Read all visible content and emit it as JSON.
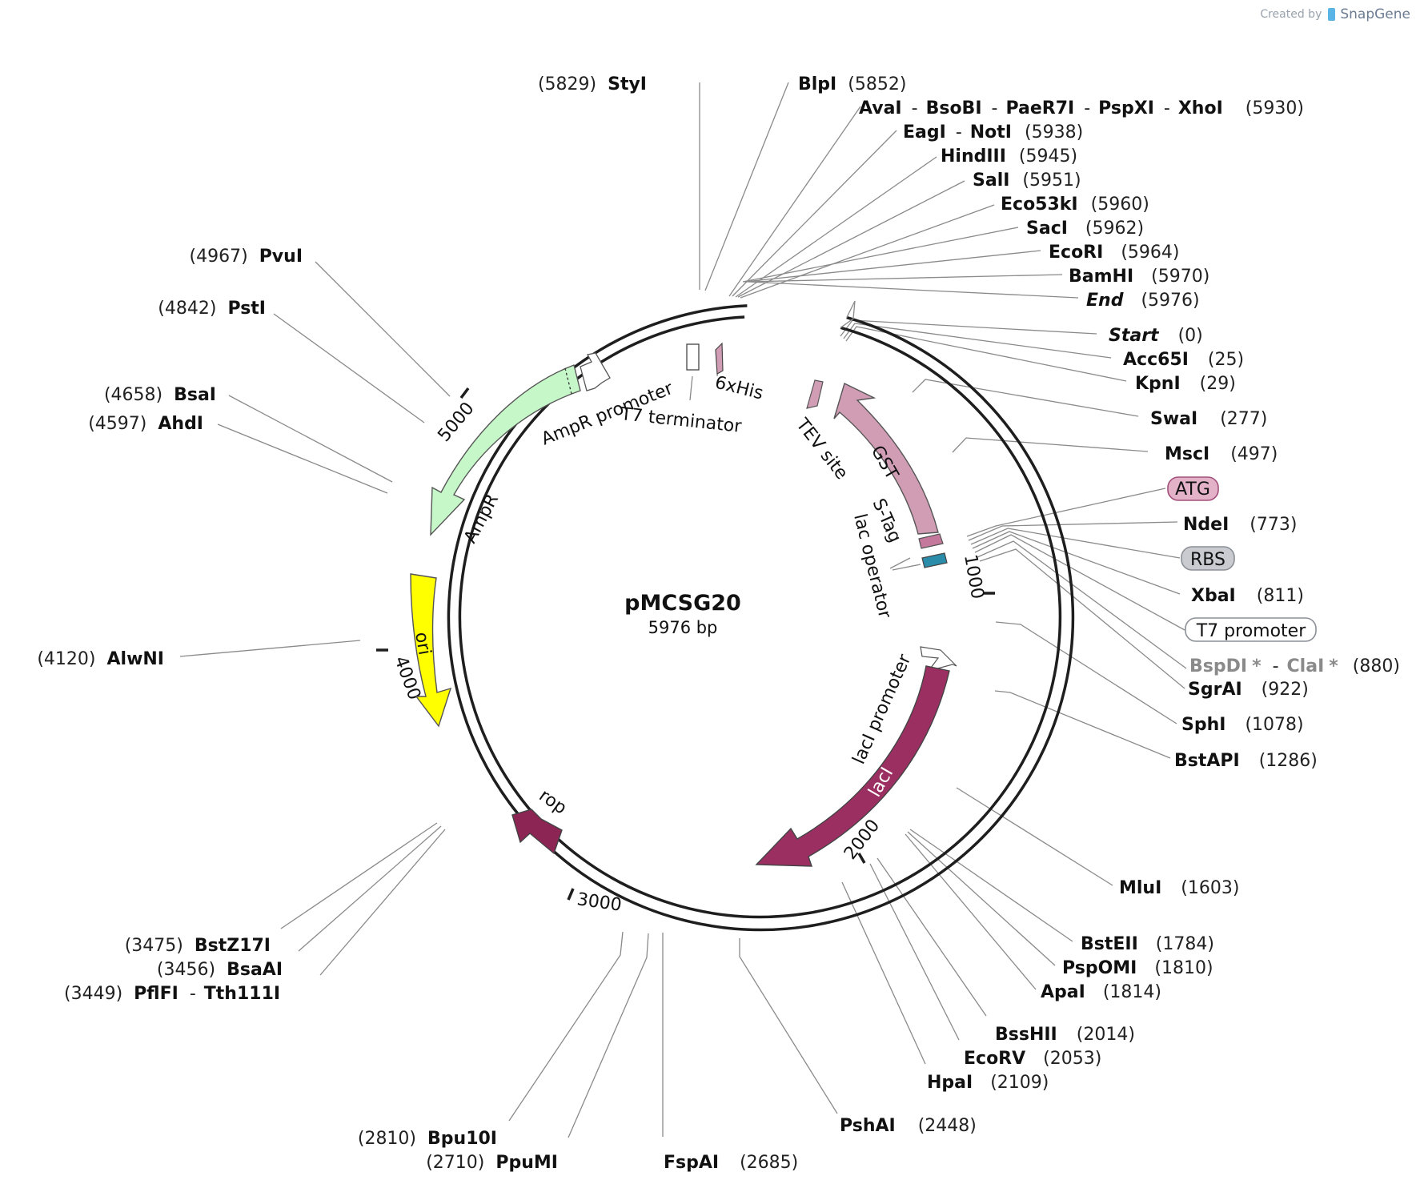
{
  "credit": {
    "prefix": "Created by",
    "brand": "SnapGene"
  },
  "plasmid": {
    "name": "pMCSG20",
    "length_label": "5976 bp",
    "total_bp": 5976
  },
  "ticks": [
    {
      "bp": 1000,
      "label": "1000"
    },
    {
      "bp": 2000,
      "label": "2000"
    },
    {
      "bp": 3000,
      "label": "3000"
    },
    {
      "bp": 4000,
      "label": "4000"
    },
    {
      "bp": 5000,
      "label": "5000"
    }
  ],
  "features": [
    {
      "name": "GST",
      "color": "#d19db5"
    },
    {
      "name": "TEV site",
      "color": "#d19db5"
    },
    {
      "name": "S-Tag",
      "color": "#c4799c"
    },
    {
      "name": "lac operator",
      "color": "#2a8ca8"
    },
    {
      "name": "lacI promoter",
      "color": "#ffffff"
    },
    {
      "name": "lacI",
      "color": "#9b2f62"
    },
    {
      "name": "rop",
      "color": "#8c2454"
    },
    {
      "name": "ori",
      "color": "#ffff00"
    },
    {
      "name": "AmpR",
      "color": "#c6f7c9"
    },
    {
      "name": "AmpR promoter",
      "color": "#ffffff"
    },
    {
      "name": "T7 terminator",
      "color": "#ffffff"
    },
    {
      "name": "6xHis",
      "color": "#d19db5"
    }
  ],
  "boxed_labels": [
    {
      "text": "ATG",
      "fill": "#e3b2c8",
      "stroke": "#a2507a"
    },
    {
      "text": "RBS",
      "fill": "#c9cbd0",
      "stroke": "#8b8f96"
    },
    {
      "text": "T7 promoter",
      "fill": "#ffffff",
      "stroke": "#8b8f96"
    }
  ],
  "sites": {
    "styi": {
      "name": "StyI",
      "pos": "(5829)"
    },
    "blpi": {
      "name": "BlpI",
      "pos": "(5852)"
    },
    "avai": {
      "name": "AvaI",
      "sep1": "-",
      "name2": "BsoBI",
      "sep2": "-",
      "name3": "PaeR7I",
      "sep3": "-",
      "name4": "PspXI",
      "sep4": "-",
      "name5": "XhoI",
      "pos": "(5930)"
    },
    "eagi": {
      "name": "EagI",
      "sep1": "-",
      "name2": "NotI",
      "pos": "(5938)"
    },
    "hind": {
      "name": "HindIII",
      "pos": "(5945)"
    },
    "sali": {
      "name": "SalI",
      "pos": "(5951)"
    },
    "eco53": {
      "name": "Eco53kI",
      "pos": "(5960)"
    },
    "saci": {
      "name": "SacI",
      "pos": "(5962)"
    },
    "ecori": {
      "name": "EcoRI",
      "pos": "(5964)"
    },
    "bamhi": {
      "name": "BamHI",
      "pos": "(5970)"
    },
    "end": {
      "name": "End",
      "pos": "(5976)"
    },
    "start": {
      "name": "Start",
      "pos": "(0)"
    },
    "acc65": {
      "name": "Acc65I",
      "pos": "(25)"
    },
    "kpni": {
      "name": "KpnI",
      "pos": "(29)"
    },
    "swai": {
      "name": "SwaI",
      "pos": "(277)"
    },
    "msci": {
      "name": "MscI",
      "pos": "(497)"
    },
    "ndei": {
      "name": "NdeI",
      "pos": "(773)"
    },
    "xbai": {
      "name": "XbaI",
      "pos": "(811)"
    },
    "bspdi": {
      "name": "BspDI",
      "star": "*",
      "sep1": "-",
      "name2": "ClaI",
      "star2": "*",
      "pos": "(880)"
    },
    "sgrai": {
      "name": "SgrAI",
      "pos": "(922)"
    },
    "sphi": {
      "name": "SphI",
      "pos": "(1078)"
    },
    "bstapi": {
      "name": "BstAPI",
      "pos": "(1286)"
    },
    "mlui": {
      "name": "MluI",
      "pos": "(1603)"
    },
    "bsteii": {
      "name": "BstEII",
      "pos": "(1784)"
    },
    "pspomi": {
      "name": "PspOMI",
      "pos": "(1810)"
    },
    "apai": {
      "name": "ApaI",
      "pos": "(1814)"
    },
    "bsshii": {
      "name": "BssHII",
      "pos": "(2014)"
    },
    "ecorv": {
      "name": "EcoRV",
      "pos": "(2053)"
    },
    "hpai": {
      "name": "HpaI",
      "pos": "(2109)"
    },
    "pshai": {
      "name": "PshAI",
      "pos": "(2448)"
    },
    "fspai": {
      "name": "FspAI",
      "pos": "(2685)"
    },
    "ppumi": {
      "name": "PpuMI",
      "pos": "(2710)"
    },
    "bpu10i": {
      "name": "Bpu10I",
      "pos": "(2810)"
    },
    "pflfi": {
      "name": "PflFI",
      "sep1": "-",
      "name2": "Tth111I",
      "pos": "(3449)"
    },
    "bsaai": {
      "name": "BsaAI",
      "pos": "(3456)"
    },
    "bstz17i": {
      "name": "BstZ17I",
      "pos": "(3475)"
    },
    "alwni": {
      "name": "AlwNI",
      "pos": "(4120)"
    },
    "ahdi": {
      "name": "AhdI",
      "pos": "(4597)"
    },
    "bsai": {
      "name": "BsaI",
      "pos": "(4658)"
    },
    "psti": {
      "name": "PstI",
      "pos": "(4842)"
    },
    "pvui": {
      "name": "PvuI",
      "pos": "(4967)"
    }
  }
}
